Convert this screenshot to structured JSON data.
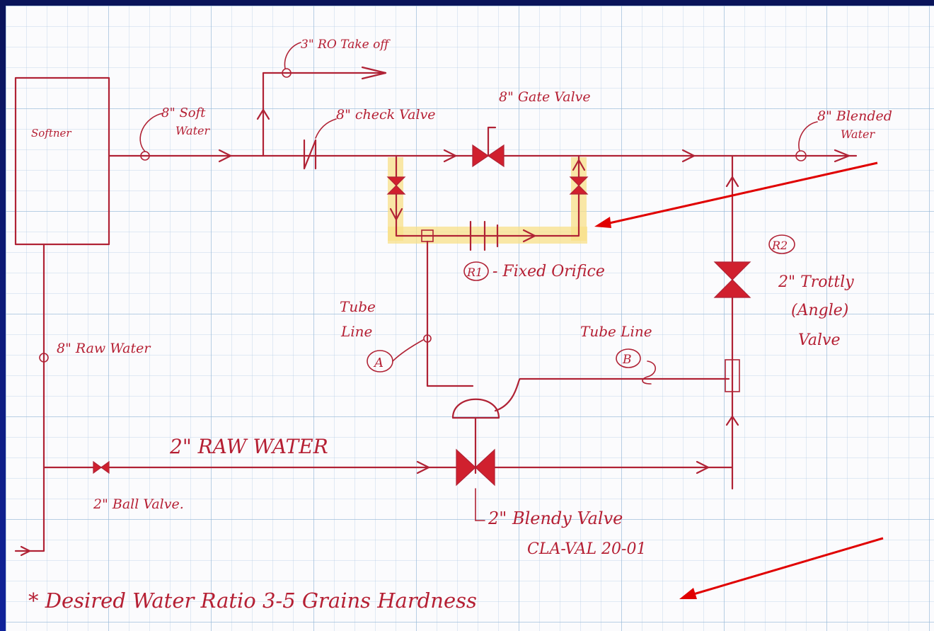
{
  "colors": {
    "ink": "#b02235",
    "valve_fill": "#d0202e",
    "callout_arrow": "#e00000",
    "highlight": "#f8e088",
    "border": "#0c1a6e",
    "grid": "#96b9d7"
  },
  "labels": {
    "softener": "Softner",
    "soft_water": "8\" Soft",
    "soft_water_2": "Water",
    "ro_takeoff": "3\" RO Take off",
    "check_valve": "8\" check Valve",
    "gate_valve": "8\" Gate Valve",
    "blended_water": "8\" Blended",
    "blended_water_2": "Water",
    "fixed_orifice": "- Fixed Orifice",
    "r1": "R1",
    "r2": "R2",
    "throttle_1": "2\" Trottly",
    "throttle_2": "(Angle)",
    "throttle_3": "Valve",
    "tube_line_a_1": "Tube",
    "tube_line_a_2": "Line",
    "tube_a": "A",
    "tube_line_b": "Tube Line",
    "tube_b": "B",
    "raw_water_8": "8\" Raw Water",
    "raw_water_2": "2\" RAW WATER",
    "ball_valve": "2\" Ball Valve.",
    "blending_valve": "2\" Blendy Valve",
    "cla_val": "CLA-VAL 20-01",
    "note": "* Desired Water Ratio 3-5 Grains Hardness"
  },
  "icons": [
    "gate-valve-icon",
    "check-valve-icon",
    "needle-valve-icon",
    "angle-valve-icon",
    "ball-valve-icon",
    "diaphragm-actuator-icon",
    "orifice-plate-icon",
    "flow-arrow-icon"
  ]
}
